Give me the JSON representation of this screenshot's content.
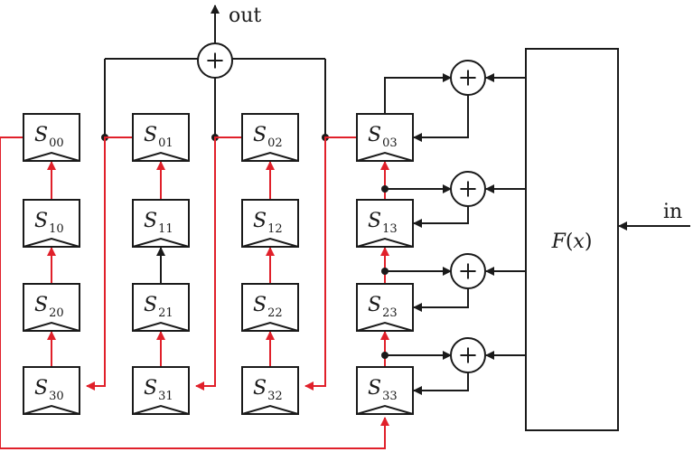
{
  "colors": {
    "line": "#1a1a1a",
    "feedback": "#e0202a",
    "background": "#ffffff"
  },
  "labels": {
    "out": "out",
    "in": "in",
    "function_name": "F",
    "function_arg": "x"
  },
  "registers": [
    [
      "00",
      "01",
      "02",
      "03"
    ],
    [
      "10",
      "11",
      "12",
      "13"
    ],
    [
      "20",
      "21",
      "22",
      "23"
    ],
    [
      "30",
      "31",
      "32",
      "33"
    ]
  ],
  "register_symbol": "S",
  "register_icon": "register-with-clock-triangle",
  "adder_icon": "circled-plus"
}
